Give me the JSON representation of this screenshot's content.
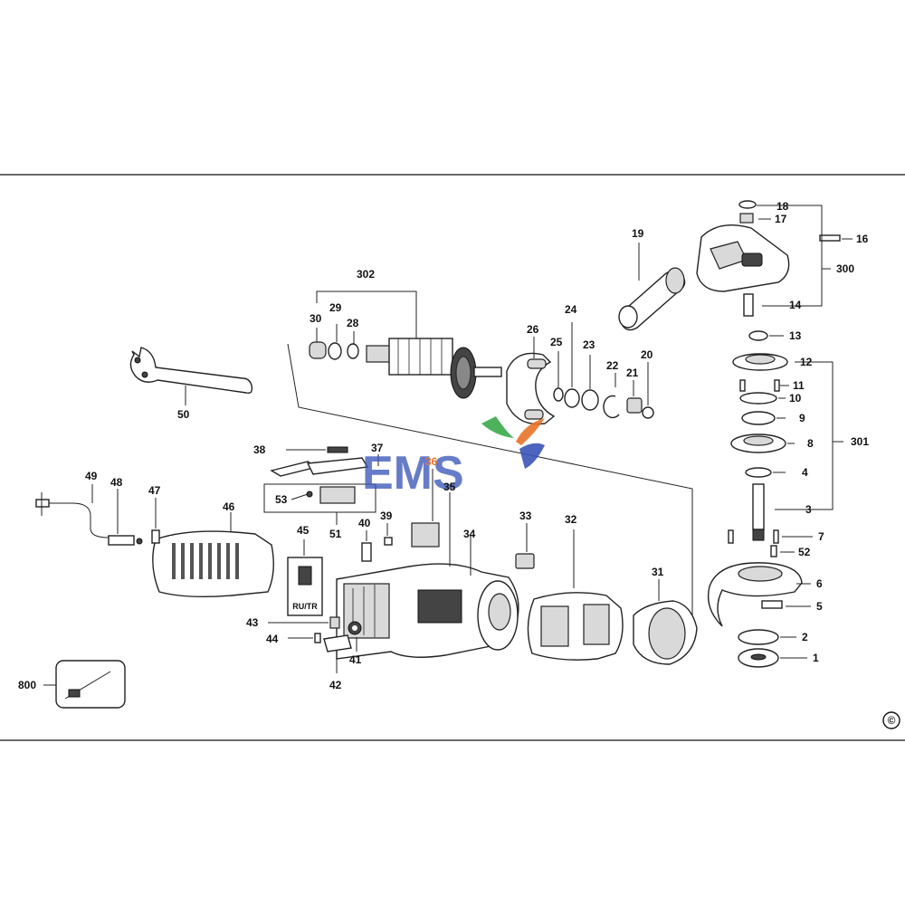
{
  "labels": {
    "l1": "1",
    "l2": "2",
    "l3": "3",
    "l4": "4",
    "l5": "5",
    "l6": "6",
    "l7": "7",
    "l8": "8",
    "l9": "9",
    "l10": "10",
    "l11": "11",
    "l12": "12",
    "l13": "13",
    "l14": "14",
    "l16": "16",
    "l17": "17",
    "l18": "18",
    "l19": "19",
    "l20": "20",
    "l21": "21",
    "l22": "22",
    "l23": "23",
    "l24": "24",
    "l25": "25",
    "l26": "26",
    "l28": "28",
    "l29": "29",
    "l30": "30",
    "l31": "31",
    "l32": "32",
    "l33": "33",
    "l34": "34",
    "l35": "35",
    "l36": "36",
    "l37": "37",
    "l38": "38",
    "l39": "39",
    "l40": "40",
    "l41": "41",
    "l42": "42",
    "l43": "43",
    "l44": "44",
    "l45": "45",
    "l46": "46",
    "l47": "47",
    "l48": "48",
    "l49": "49",
    "l50": "50",
    "l51": "51",
    "l52": "52",
    "l53": "53",
    "l300": "300",
    "l301": "301",
    "l302": "302",
    "l800": "800"
  },
  "region_label": "RU/TR",
  "watermark": "EMS",
  "copyright_symbol": "©",
  "colors": {
    "watermark_blue": "#3a55b8",
    "watermark_green": "#3aaa4a",
    "watermark_orange": "#e8732a",
    "label_36": "#e8732a"
  },
  "icons": [
    "wrench-icon",
    "copyright-icon",
    "ems-logo-icon"
  ]
}
